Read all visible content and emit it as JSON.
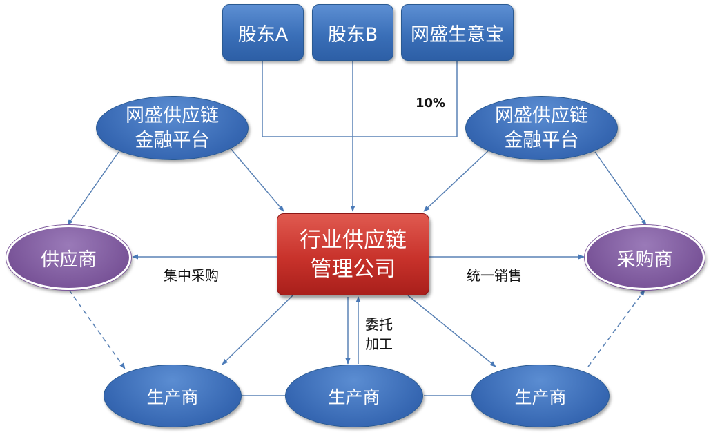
{
  "shareholders": [
    {
      "label": "股东A"
    },
    {
      "label": "股东B"
    },
    {
      "label": "网盛生意宝"
    }
  ],
  "stake_label": "10%",
  "platform_left": {
    "line1": "网盛供应链",
    "line2": "金融平台"
  },
  "platform_right": {
    "line1": "网盛供应链",
    "line2": "金融平台"
  },
  "supplier": {
    "label": "供应商"
  },
  "buyer": {
    "label": "采购商"
  },
  "company": {
    "line1": "行业供应链",
    "line2": "管理公司"
  },
  "edge_labels": {
    "centralized_purchasing": "集中采购",
    "unified_sales": "统一销售",
    "entrusted_processing_line1": "委托",
    "entrusted_processing_line2": "加工"
  },
  "producers": [
    {
      "label": "生产商"
    },
    {
      "label": "生产商"
    },
    {
      "label": "生产商"
    }
  ],
  "colors": {
    "blue_node": "#3a6fb8",
    "purple_node": "#7a5599",
    "red_node": "#c8322b",
    "arrow": "#4a7ab8",
    "connector": "#5a82b5"
  }
}
